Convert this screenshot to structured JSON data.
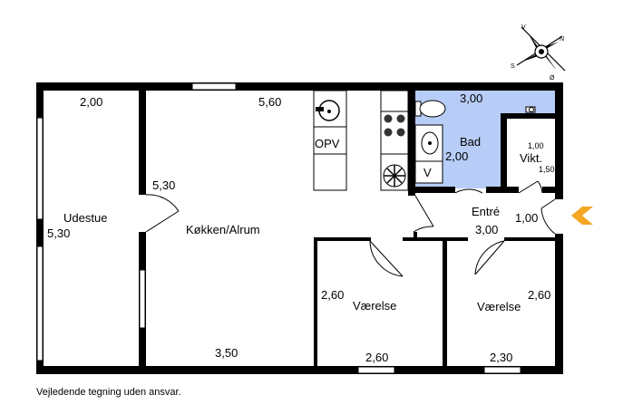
{
  "compass": {
    "v": "V",
    "n": "N",
    "s": "S",
    "o": "Ø"
  },
  "rooms": {
    "udestue": "Udestue",
    "kokken": "Køkken/Alrum",
    "bad": "Bad",
    "vikt": "Vikt.",
    "entre": "Entré",
    "vaerelse1": "Værelse",
    "vaerelse2": "Værelse"
  },
  "fixtures": {
    "opv": "OPV",
    "v": "V"
  },
  "dimensions": {
    "udestue_width": "2,00",
    "udestue_depth": "5,30",
    "kokken_width": "5,60",
    "kokken_depth": "5,30",
    "kokken_bottom": "3,50",
    "bad_width": "3,00",
    "bad_depth": "2,00",
    "vikt_width": "1,00",
    "vikt_depth": "1,50",
    "entre_depth": "1,00",
    "entre_width": "3,00",
    "vaerelse1_depth": "2,60",
    "vaerelse1_width": "2,60",
    "vaerelse2_depth": "2,60",
    "vaerelse2_width": "2,30"
  },
  "caption": "Vejledende tegning uden ansvar.",
  "colors": {
    "wall": "#000000",
    "bathroom": "#b7cdf7",
    "entrance_arrow": "#f5a623"
  }
}
